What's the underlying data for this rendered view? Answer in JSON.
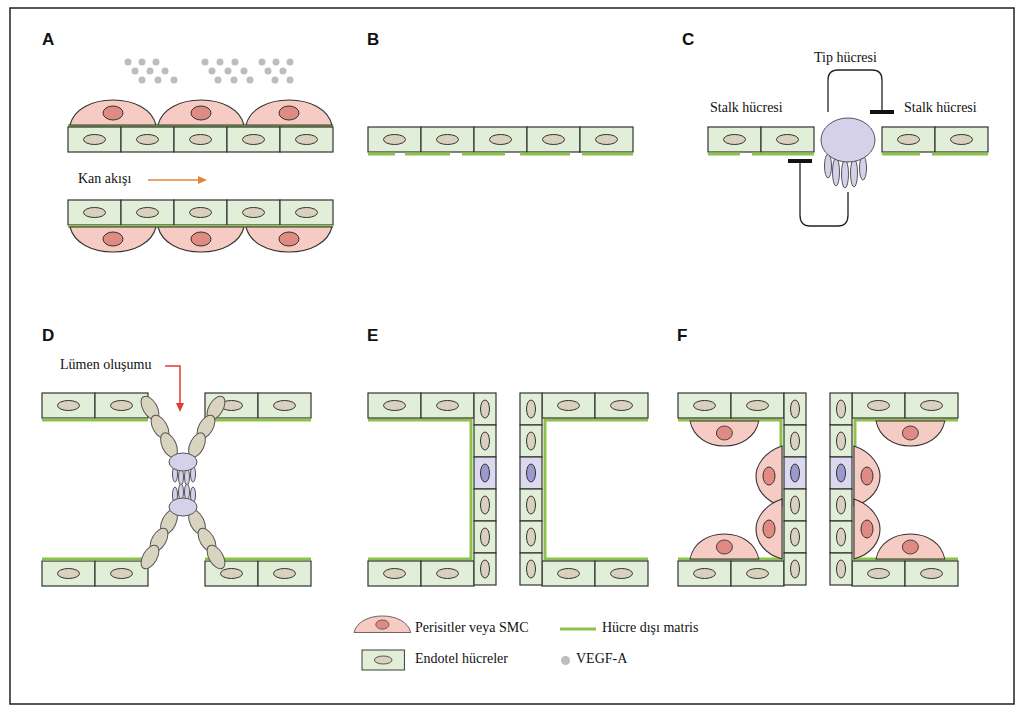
{
  "diagram": {
    "labels": [
      "A",
      "B",
      "C",
      "Kan akışı",
      "Tip hücresi",
      "Stalk hücresi",
      "Stalk hücresi",
      "D",
      "E",
      "F",
      "Lümen oluşumu"
    ],
    "legend": [
      {
        "text": "Perisitler veya SMC"
      },
      {
        "text": "Hücre dışı matris"
      },
      {
        "text": "Endotel hücreler"
      },
      {
        "text": "VEGF-A",
        "color": "#bdbdbd"
      }
    ]
  }
}
